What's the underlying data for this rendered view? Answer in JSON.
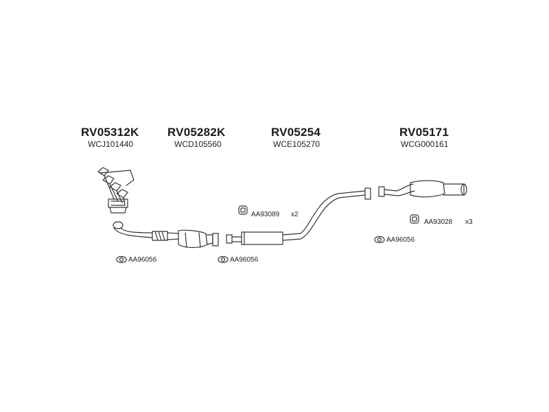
{
  "parts": [
    {
      "code": "RV05312K",
      "ref": "WCJ101440"
    },
    {
      "code": "RV05282K",
      "ref": "WCD105560"
    },
    {
      "code": "RV05254",
      "ref": "WCE105270"
    },
    {
      "code": "RV05171",
      "ref": "WCG000161"
    }
  ],
  "accessories": [
    {
      "label": "AA93089",
      "qty": "x2"
    },
    {
      "label": "AA93028",
      "qty": "x3"
    },
    {
      "label": "AA96056"
    },
    {
      "label": "AA96056"
    },
    {
      "label": "AA96056"
    }
  ]
}
